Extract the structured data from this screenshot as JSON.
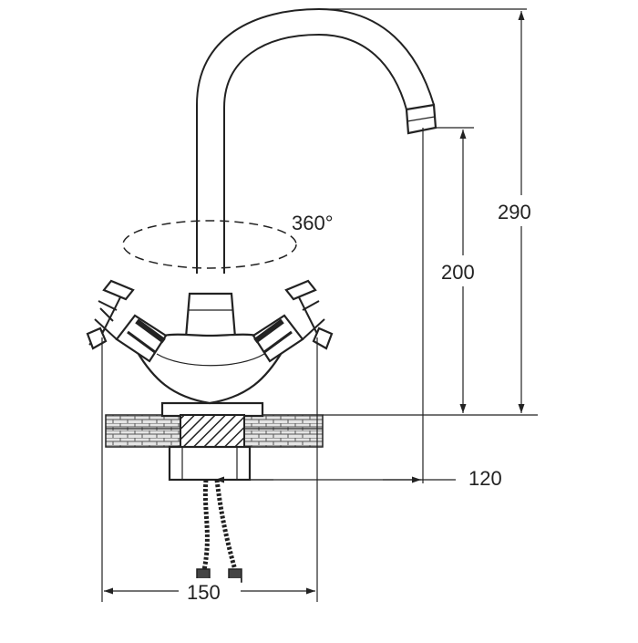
{
  "rotation_label": "360°",
  "dimensions": {
    "total_height": "290",
    "spout_height": "200",
    "spout_reach": "120",
    "base_width": "150"
  },
  "colors": {
    "line": "#222222",
    "background": "#ffffff",
    "brick_fill": "#dddddd"
  }
}
